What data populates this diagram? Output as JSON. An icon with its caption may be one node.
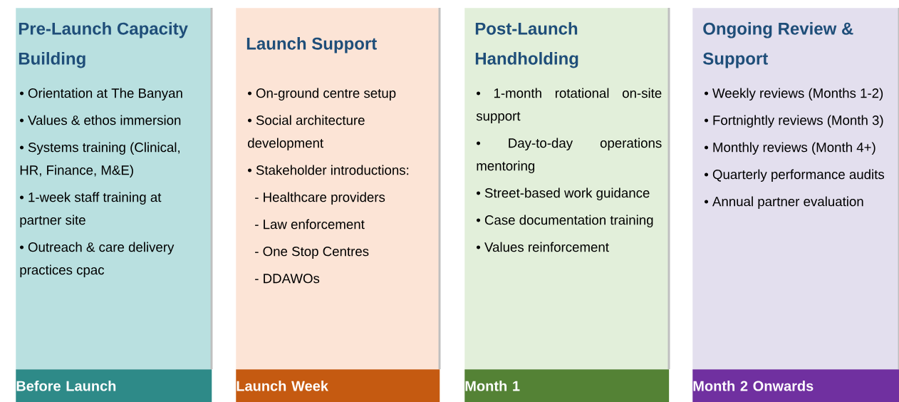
{
  "diagram": {
    "nodes": [
      {
        "text": [
          "Pre-Launch Capacity Building",
          "• Orientation at The Banyan",
          "• Values & ethos immersion",
          "• Systems training (Clinical, HR, Finance, M&E)",
          "• 1-week staff training at partner site",
          "• Outreach & care delivery practices cpac"
        ]
      },
      {
        "text": [
          "Launch Support",
          "• On-ground centre setup",
          "• Social architecture development",
          "• Stakeholder introductions:",
          "- Healthcare providers",
          "- Law enforcement",
          "- One Stop Centres",
          "- DDAWOs"
        ]
      },
      {
        "text": [
          "Post-Launch Handholding",
          "• 1-month rotational on-site support",
          "• Day-to-day operations mentoring",
          "• Street-based work guidance",
          "• Case documentation training",
          "• Values reinforcement"
        ]
      },
      {
        "text": [
          "Ongoing Review & Support",
          "• Weekly reviews (Months 1-2)",
          "• Fortnightly reviews (Month 3)",
          "• Monthly reviews (Month 4+)",
          "• Quarterly performance audits",
          "• Annual partner evaluation"
        ]
      },
      {
        "text": [
          "Before Launch"
        ]
      },
      {
        "text": [
          "Launch Week"
        ]
      },
      {
        "text": [
          "Month 1"
        ]
      },
      {
        "text": [
          "Month 2 Onwards"
        ]
      }
    ]
  }
}
